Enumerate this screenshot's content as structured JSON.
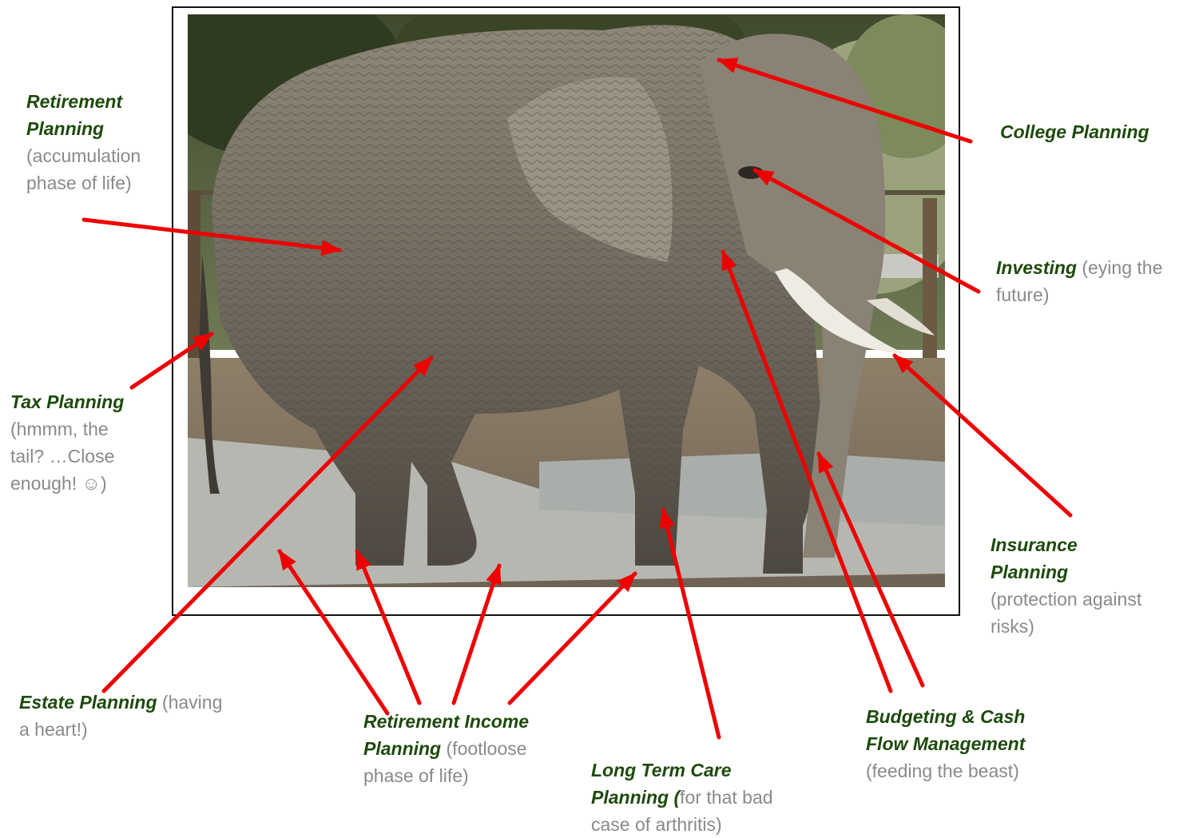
{
  "colors": {
    "accent_text": "#1d4a0c",
    "note_text": "#8a8a8a",
    "arrow": "#ee0000"
  },
  "image": {
    "subject": "elephant"
  },
  "labels": {
    "retirement_planning": {
      "title1": "Retirement",
      "title2": "Planning",
      "note1": "(accumulation",
      "note2": "phase of life)"
    },
    "college_planning": {
      "title": "College Planning"
    },
    "investing": {
      "title": "Investing",
      "note1": " (eying the",
      "note2": "future)"
    },
    "tax_planning": {
      "title": "Tax Planning",
      "note1": "(hmmm, the",
      "note2": "tail? …Close",
      "note3": "enough! ☺)"
    },
    "insurance_planning": {
      "title1": "Insurance",
      "title2": "Planning",
      "note1": "(protection against",
      "note2": "risks)"
    },
    "estate_planning": {
      "title": "Estate Planning",
      "note1": " (having",
      "note2": "a heart!)"
    },
    "retirement_income": {
      "title1": "Retirement Income",
      "title2": "Planning",
      "note1": " (footloose",
      "note2": "phase of life)"
    },
    "long_term_care": {
      "title1": "Long Term Care",
      "title2": "Planning (",
      "note1": "for that bad",
      "note2": "case of arthritis)"
    },
    "budgeting": {
      "title1": "Budgeting & Cash",
      "title2": "Flow Management",
      "note1": "(feeding the beast)"
    }
  }
}
